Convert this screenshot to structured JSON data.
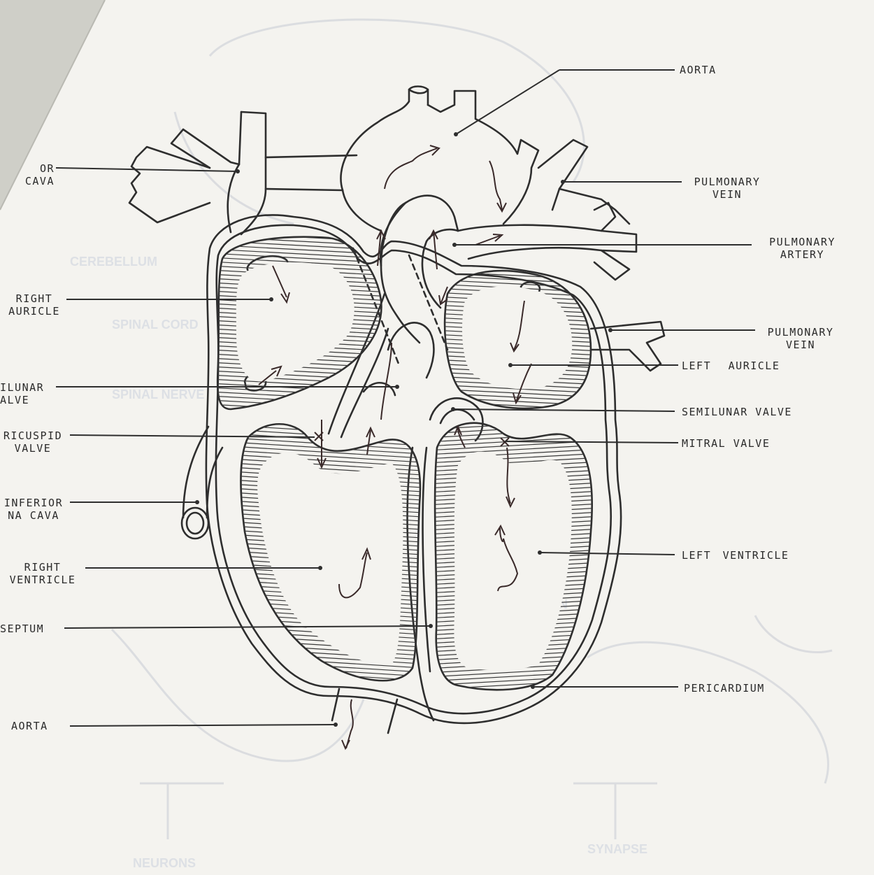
{
  "left_labels": [
    {
      "id": "superior-vena-cava",
      "lines": [
        "OR",
        "CAVA"
      ]
    },
    {
      "id": "right-auricle",
      "lines": [
        "RIGHT",
        "AURICLE"
      ]
    },
    {
      "id": "left-semilunar-valve",
      "lines": [
        "ILUNAR",
        "ALVE"
      ]
    },
    {
      "id": "tricuspid-valve",
      "lines": [
        "RICUSPID",
        "VALVE"
      ]
    },
    {
      "id": "inferior-vena-cava",
      "lines": [
        "INFERIOR",
        "NA CAVA"
      ]
    },
    {
      "id": "right-ventricle",
      "lines": [
        "RIGHT",
        "VENTRICLE"
      ]
    },
    {
      "id": "septum",
      "lines": [
        "SEPTUM"
      ]
    },
    {
      "id": "aorta-lower",
      "lines": [
        "AORTA"
      ]
    }
  ],
  "right_labels": [
    {
      "id": "aorta-top",
      "lines": [
        "AORTA"
      ]
    },
    {
      "id": "pulmonary-vein-top",
      "lines": [
        "PULMONARY",
        "VEIN"
      ]
    },
    {
      "id": "pulmonary-artery",
      "lines": [
        "PULMONARY",
        "ARTERY"
      ]
    },
    {
      "id": "pulmonary-vein-mid",
      "lines": [
        "PULMONARY",
        "VEIN"
      ]
    },
    {
      "id": "left-auricle",
      "lines": [
        "LEFT AURICLE"
      ]
    },
    {
      "id": "semilunar-valve",
      "lines": [
        "SEMILUNAR VALVE"
      ]
    },
    {
      "id": "mitral-valve",
      "lines": [
        "MITRAL VALVE"
      ]
    },
    {
      "id": "left-ventricle",
      "lines": [
        "LEFT VENTRICLE"
      ]
    },
    {
      "id": "pericardium",
      "lines": [
        "PERICARDIUM"
      ]
    }
  ]
}
